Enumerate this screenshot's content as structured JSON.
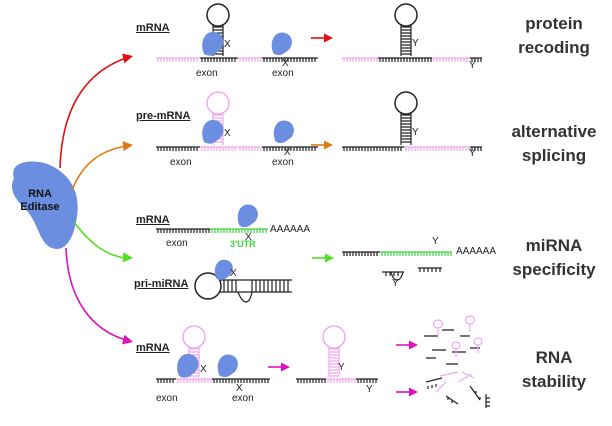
{
  "editase": {
    "line1": "RNA",
    "line2": "Editase"
  },
  "outcomes": {
    "recoding_1": "protein",
    "recoding_2": "recoding",
    "splicing_1": "alternative",
    "splicing_2": "splicing",
    "mirna_1": "miRNA",
    "mirna_2": "specificity",
    "stability_1": "RNA",
    "stability_2": "stability"
  },
  "labels": {
    "mrna": "mRNA",
    "pre_mrna": "pre-mRNA",
    "pri_mirna": "pri-miRNA",
    "exon": "exon",
    "utr": "3'UTR",
    "poly_a": "AAAAAA",
    "edited_site": "X",
    "recoded_site": "Y"
  },
  "colors": {
    "editase": "#6b8ee0",
    "hairpin_pink": "#f0a8f0",
    "utr_green": "#3fd43f",
    "arrow_red": "#e01010",
    "arrow_orange": "#e07a10",
    "arrow_green": "#50e020",
    "arrow_magenta": "#e010c0"
  }
}
